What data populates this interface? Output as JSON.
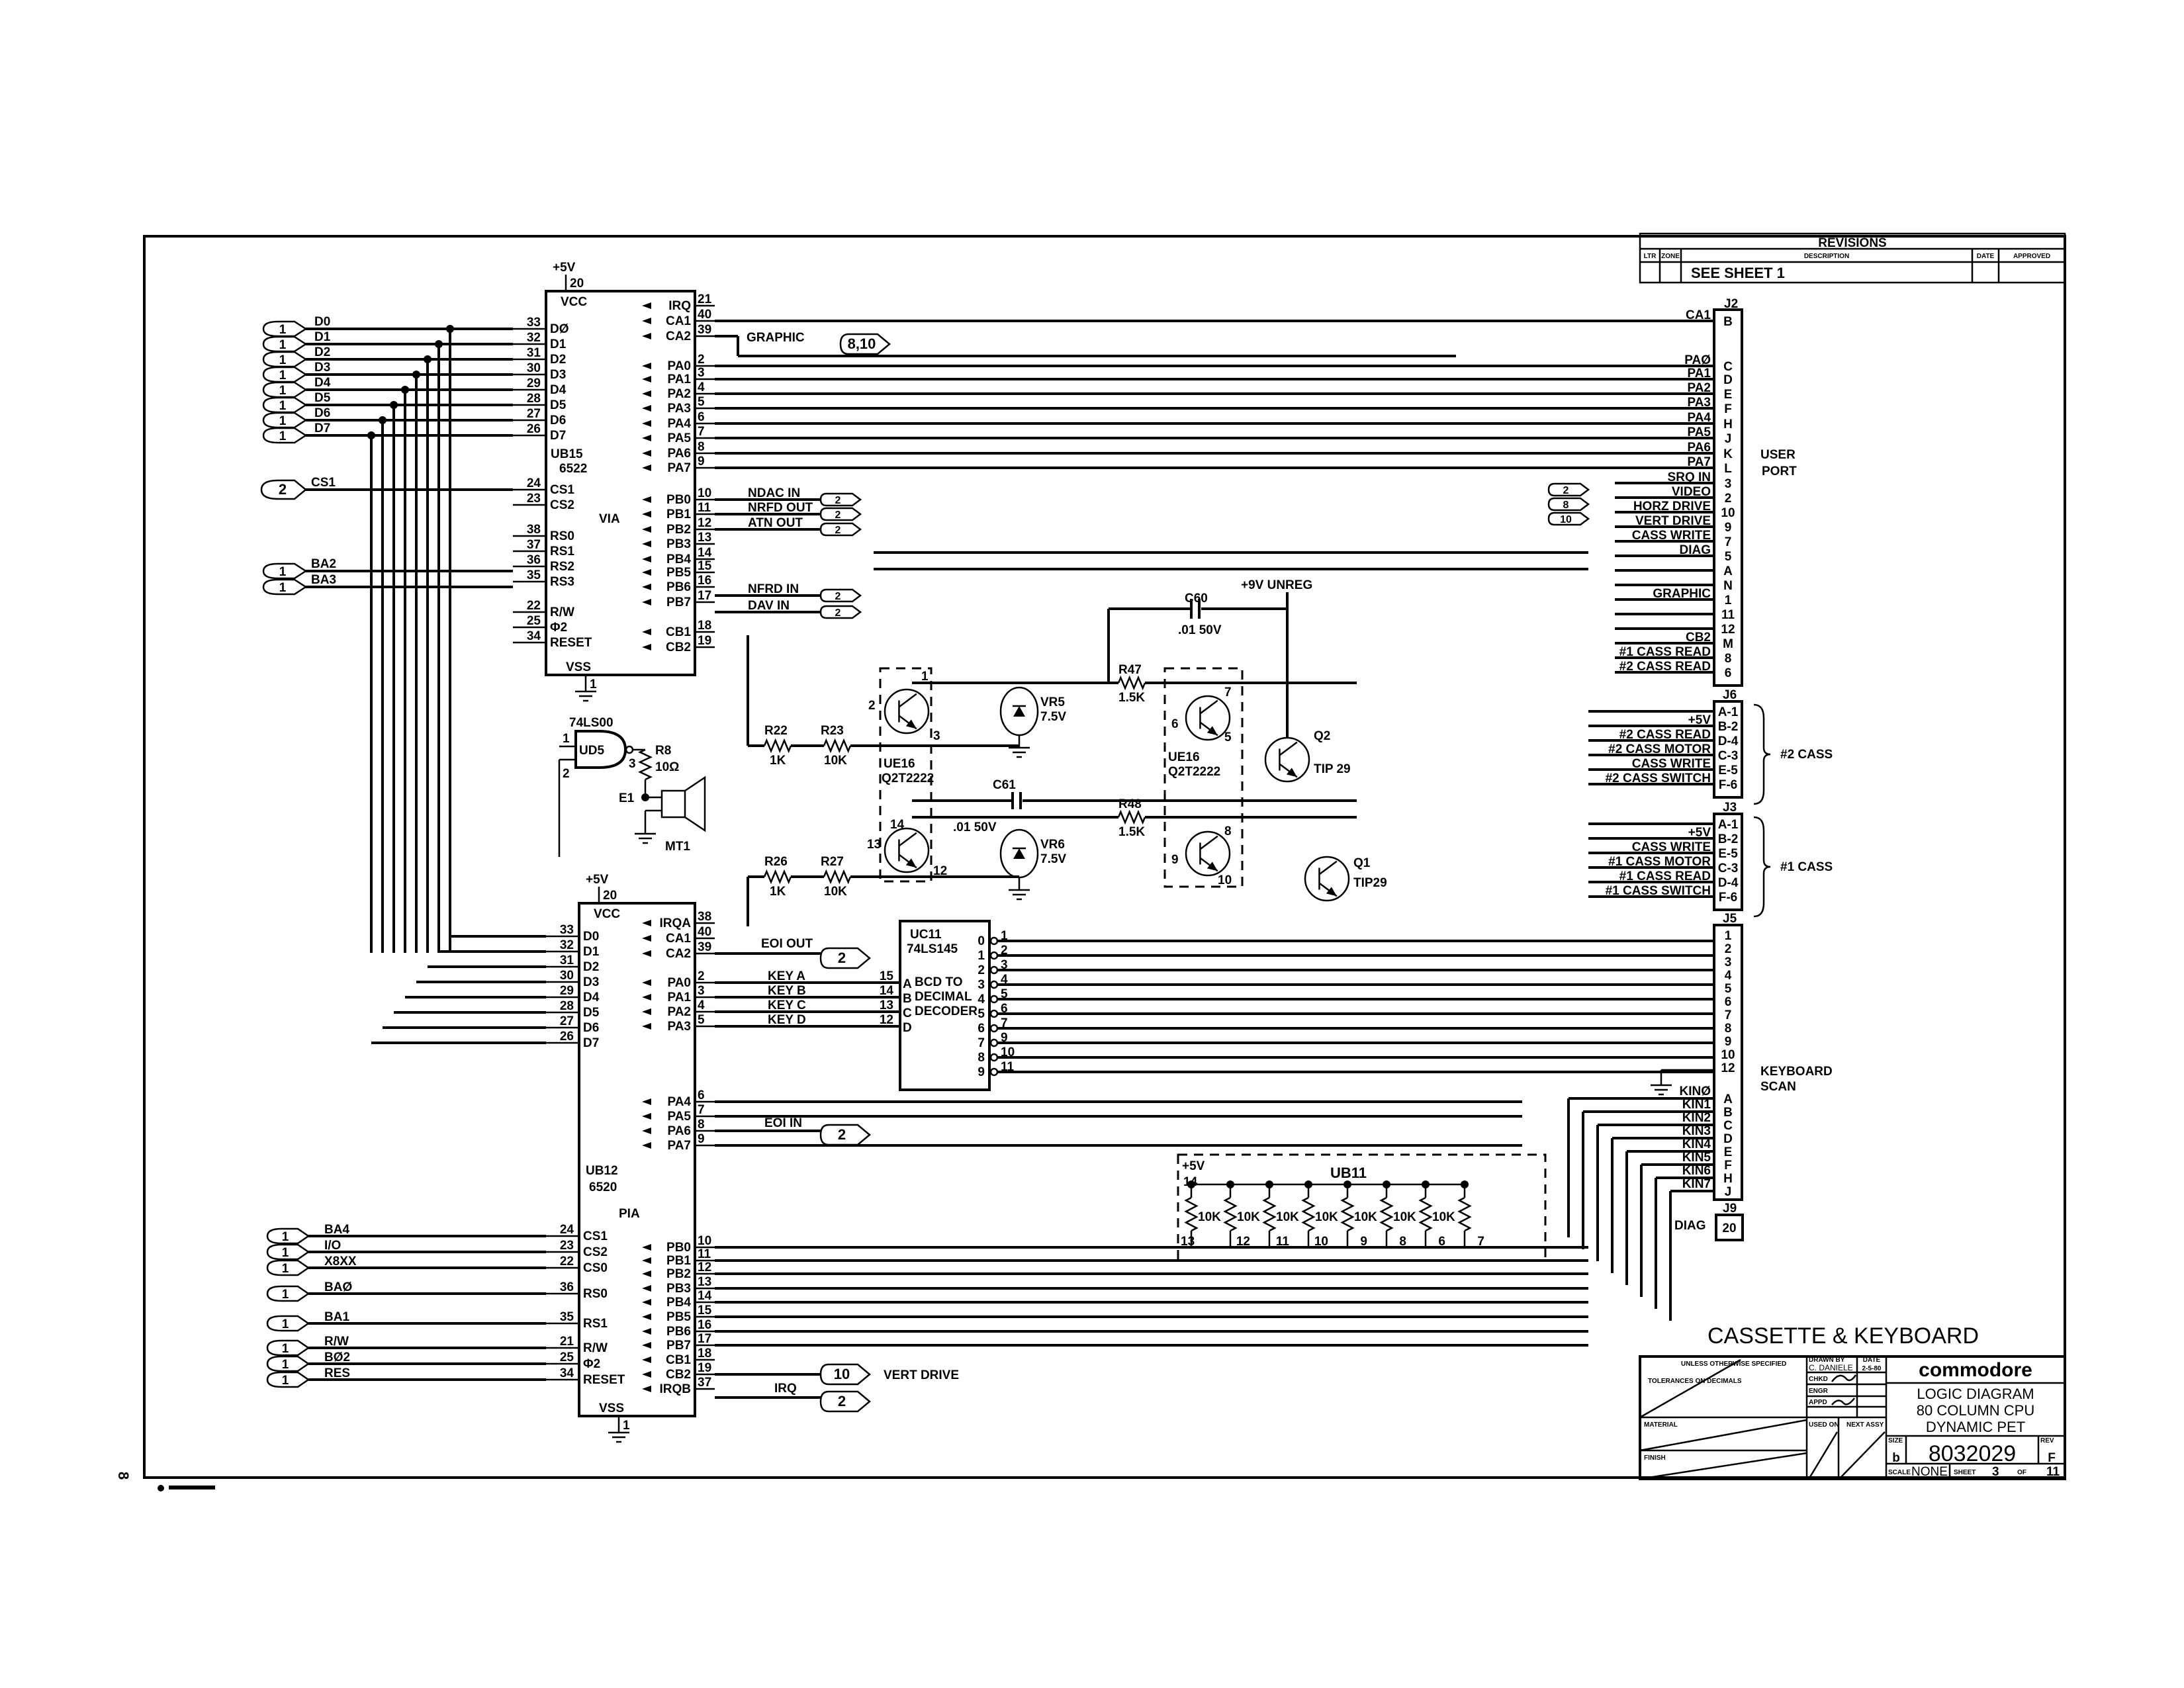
{
  "revisions": {
    "title": "REVISIONS",
    "columns": [
      "LTR",
      "ZONE",
      "DESCRIPTION",
      "DATE",
      "APPROVED"
    ],
    "row": {
      "ltr": "",
      "zone": "",
      "description": "SEE SHEET 1",
      "date": "",
      "approved": ""
    }
  },
  "left_connectors": {
    "data_bus": [
      {
        "sheet": "1",
        "signal": "D0"
      },
      {
        "sheet": "1",
        "signal": "D1"
      },
      {
        "sheet": "1",
        "signal": "D2"
      },
      {
        "sheet": "1",
        "signal": "D3"
      },
      {
        "sheet": "1",
        "signal": "D4"
      },
      {
        "sheet": "1",
        "signal": "D5"
      },
      {
        "sheet": "1",
        "signal": "D6"
      },
      {
        "sheet": "1",
        "signal": "D7"
      }
    ],
    "cs1": {
      "sheet": "2",
      "signal": "CS1"
    },
    "address": [
      {
        "sheet": "1",
        "signal": "BA2"
      },
      {
        "sheet": "1",
        "signal": "BA3"
      }
    ],
    "pia_inputs": [
      {
        "sheet": "1",
        "signal": "BA4"
      },
      {
        "sheet": "1",
        "signal": "I/O"
      },
      {
        "sheet": "1",
        "signal": "X8XX"
      },
      {
        "sheet": "1",
        "signal": "BAØ"
      },
      {
        "sheet": "1",
        "signal": "BA1"
      },
      {
        "sheet": "1",
        "signal": "R/W"
      },
      {
        "sheet": "1",
        "signal": "BØ2"
      },
      {
        "sheet": "1",
        "signal": "RES"
      }
    ]
  },
  "via": {
    "ref": "UB15",
    "part": "6522",
    "type": "VIA",
    "supply": "+5V",
    "vcc_pin": "20",
    "vcc": "VCC",
    "vss": "VSS",
    "vss_pin": "1",
    "left_pins": [
      {
        "num": "33",
        "name": "DØ"
      },
      {
        "num": "32",
        "name": "D1"
      },
      {
        "num": "31",
        "name": "D2"
      },
      {
        "num": "30",
        "name": "D3"
      },
      {
        "num": "29",
        "name": "D4"
      },
      {
        "num": "28",
        "name": "D5"
      },
      {
        "num": "27",
        "name": "D6"
      },
      {
        "num": "26",
        "name": "D7"
      },
      {
        "num": "24",
        "name": "CS1"
      },
      {
        "num": "23",
        "name": "CS2"
      },
      {
        "num": "38",
        "name": "RS0"
      },
      {
        "num": "37",
        "name": "RS1"
      },
      {
        "num": "36",
        "name": "RS2"
      },
      {
        "num": "35",
        "name": "RS3"
      },
      {
        "num": "22",
        "name": "R/W"
      },
      {
        "num": "25",
        "name": "Φ2"
      },
      {
        "num": "34",
        "name": "RESET"
      }
    ],
    "right_pins": [
      {
        "num": "21",
        "name": "IRQ"
      },
      {
        "num": "40",
        "name": "CA1"
      },
      {
        "num": "39",
        "name": "CA2"
      },
      {
        "num": "2",
        "name": "PA0"
      },
      {
        "num": "3",
        "name": "PA1"
      },
      {
        "num": "4",
        "name": "PA2"
      },
      {
        "num": "5",
        "name": "PA3"
      },
      {
        "num": "6",
        "name": "PA4"
      },
      {
        "num": "7",
        "name": "PA5"
      },
      {
        "num": "8",
        "name": "PA6"
      },
      {
        "num": "9",
        "name": "PA7"
      },
      {
        "num": "10",
        "name": "PB0"
      },
      {
        "num": "11",
        "name": "PB1"
      },
      {
        "num": "12",
        "name": "PB2"
      },
      {
        "num": "13",
        "name": "PB3"
      },
      {
        "num": "14",
        "name": "PB4"
      },
      {
        "num": "15",
        "name": "PB5"
      },
      {
        "num": "16",
        "name": "PB6"
      },
      {
        "num": "17",
        "name": "PB7"
      },
      {
        "num": "18",
        "name": "CB1"
      },
      {
        "num": "19",
        "name": "CB2"
      }
    ]
  },
  "via_offsheet": [
    {
      "signal": "GRAPHIC",
      "sheet": "8,10"
    },
    {
      "signal": "NDAC IN",
      "sheet": "2"
    },
    {
      "signal": "NRFD OUT",
      "sheet": "2"
    },
    {
      "signal": "ATN OUT",
      "sheet": "2"
    },
    {
      "signal": "NFRD IN",
      "sheet": "2"
    },
    {
      "signal": "DAV IN",
      "sheet": "2"
    }
  ],
  "beeper": {
    "gate_part": "74LS00",
    "gate_ref": "UD5",
    "pins": [
      "1",
      "2",
      "3"
    ],
    "resistor": "R8",
    "resistor_value": "10Ω",
    "node": "E1",
    "speaker": "MT1"
  },
  "pia": {
    "ref": "UB12",
    "part": "6520",
    "type": "PIA",
    "supply": "+5V",
    "vcc_pin": "20",
    "vcc": "VCC",
    "vss": "VSS",
    "vss_pin": "1",
    "left_pins": [
      {
        "num": "33",
        "name": "D0"
      },
      {
        "num": "32",
        "name": "D1"
      },
      {
        "num": "31",
        "name": "D2"
      },
      {
        "num": "30",
        "name": "D3"
      },
      {
        "num": "29",
        "name": "D4"
      },
      {
        "num": "28",
        "name": "D5"
      },
      {
        "num": "27",
        "name": "D6"
      },
      {
        "num": "26",
        "name": "D7"
      },
      {
        "num": "24",
        "name": "CS1"
      },
      {
        "num": "23",
        "name": "CS2"
      },
      {
        "num": "22",
        "name": "CS0"
      },
      {
        "num": "36",
        "name": "RS0"
      },
      {
        "num": "35",
        "name": "RS1"
      },
      {
        "num": "21",
        "name": "R/W"
      },
      {
        "num": "25",
        "name": "Φ2"
      },
      {
        "num": "34",
        "name": "RESET"
      }
    ],
    "right_pins": [
      {
        "num": "38",
        "name": "IRQA"
      },
      {
        "num": "40",
        "name": "CA1"
      },
      {
        "num": "39",
        "name": "CA2"
      },
      {
        "num": "2",
        "name": "PA0"
      },
      {
        "num": "3",
        "name": "PA1"
      },
      {
        "num": "4",
        "name": "PA2"
      },
      {
        "num": "5",
        "name": "PA3"
      },
      {
        "num": "6",
        "name": "PA4"
      },
      {
        "num": "7",
        "name": "PA5"
      },
      {
        "num": "8",
        "name": "PA6"
      },
      {
        "num": "9",
        "name": "PA7"
      },
      {
        "num": "10",
        "name": "PB0"
      },
      {
        "num": "11",
        "name": "PB1"
      },
      {
        "num": "12",
        "name": "PB2"
      },
      {
        "num": "13",
        "name": "PB3"
      },
      {
        "num": "14",
        "name": "PB4"
      },
      {
        "num": "15",
        "name": "PB5"
      },
      {
        "num": "16",
        "name": "PB6"
      },
      {
        "num": "17",
        "name": "PB7"
      },
      {
        "num": "18",
        "name": "CB1"
      },
      {
        "num": "19",
        "name": "CB2"
      },
      {
        "num": "37",
        "name": "IRQB"
      }
    ]
  },
  "pia_offsheet": [
    {
      "signal": "EOI OUT",
      "sheet": "2"
    },
    {
      "signal": "EOI IN",
      "sheet": "2"
    },
    {
      "signal": "VERT DRIVE",
      "sheet": "10"
    },
    {
      "signal": "IRQ",
      "sheet": "2"
    }
  ],
  "key_lines": [
    "KEY A",
    "KEY B",
    "KEY C",
    "KEY D"
  ],
  "decoder": {
    "ref": "UC11",
    "part": "74LS145",
    "desc": [
      "BCD TO",
      "DECIMAL",
      "DECODER"
    ],
    "inputs": [
      {
        "pin": "15",
        "name": "A"
      },
      {
        "pin": "14",
        "name": "B"
      },
      {
        "pin": "13",
        "name": "C"
      },
      {
        "pin": "12",
        "name": "D"
      }
    ],
    "outputs": [
      {
        "num": "0",
        "pin": "1"
      },
      {
        "num": "1",
        "pin": "2"
      },
      {
        "num": "2",
        "pin": "3"
      },
      {
        "num": "3",
        "pin": "4"
      },
      {
        "num": "4",
        "pin": "5"
      },
      {
        "num": "5",
        "pin": "6"
      },
      {
        "num": "6",
        "pin": "7"
      },
      {
        "num": "7",
        "pin": "9"
      },
      {
        "num": "8",
        "pin": "10"
      },
      {
        "num": "9",
        "pin": "11"
      }
    ]
  },
  "motor_drive": {
    "supply": "+9V UNREG",
    "c60": {
      "ref": "C60",
      "value": ".01 50V"
    },
    "c61": {
      "ref": "C61",
      "value": ".01 50V"
    },
    "r22": {
      "ref": "R22",
      "value": "1K"
    },
    "r23": {
      "ref": "R23",
      "value": "10K"
    },
    "r26": {
      "ref": "R26",
      "value": "1K"
    },
    "r27": {
      "ref": "R27",
      "value": "10K"
    },
    "r47": {
      "ref": "R47",
      "value": "1.5K"
    },
    "r48": {
      "ref": "R48",
      "value": "1.5K"
    },
    "vr5": {
      "ref": "VR5",
      "value": "7.5V"
    },
    "vr6": {
      "ref": "VR6",
      "value": "7.5V"
    },
    "array_left": {
      "ref": "UE16",
      "part": "Q2T2222",
      "pins": [
        "1",
        "2",
        "3",
        "14",
        "13",
        "12"
      ]
    },
    "array_right": {
      "ref": "UE16",
      "part": "Q2T2222",
      "pins": [
        "7",
        "6",
        "5",
        "8",
        "9",
        "10"
      ]
    },
    "q2": {
      "ref": "Q2",
      "part": "TIP 29"
    },
    "q1": {
      "ref": "Q1",
      "part": "TIP29"
    }
  },
  "resistor_pack": {
    "ref": "UB11",
    "supply": "+5V",
    "common_pin": "14",
    "value": "10K",
    "pins": [
      "13",
      "12",
      "11",
      "10",
      "9",
      "8",
      "6",
      "7"
    ]
  },
  "j2": {
    "ref": "J2",
    "title": [
      "USER",
      "PORT"
    ],
    "pins": [
      {
        "pin": "B",
        "signal": "CA1"
      },
      {
        "pin": "C",
        "signal": "PAØ"
      },
      {
        "pin": "D",
        "signal": "PA1"
      },
      {
        "pin": "E",
        "signal": "PA2"
      },
      {
        "pin": "F",
        "signal": "PA3"
      },
      {
        "pin": "H",
        "signal": "PA4"
      },
      {
        "pin": "J",
        "signal": "PA5"
      },
      {
        "pin": "K",
        "signal": "PA6"
      },
      {
        "pin": "L",
        "signal": "PA7"
      },
      {
        "pin": "3",
        "signal": "SRQ IN"
      },
      {
        "pin": "2",
        "signal": "VIDEO"
      },
      {
        "pin": "10",
        "signal": "HORZ DRIVE"
      },
      {
        "pin": "9",
        "signal": "VERT DRIVE"
      },
      {
        "pin": "7",
        "signal": "CASS WRITE"
      },
      {
        "pin": "5",
        "signal": "DIAG"
      },
      {
        "pin": "A",
        "signal": ""
      },
      {
        "pin": "N",
        "signal": ""
      },
      {
        "pin": "1",
        "signal": "GRAPHIC"
      },
      {
        "pin": "11",
        "signal": ""
      },
      {
        "pin": "12",
        "signal": ""
      },
      {
        "pin": "M",
        "signal": "CB2"
      },
      {
        "pin": "8",
        "signal": "#1 CASS READ"
      },
      {
        "pin": "6",
        "signal": "#2 CASS READ"
      }
    ],
    "offsheet": [
      {
        "signal": "SRQ IN",
        "sheet": "2"
      },
      {
        "signal": "VIDEO",
        "sheet": "8"
      },
      {
        "signal": "HORZ DRIVE",
        "sheet": "10"
      }
    ]
  },
  "j6": {
    "ref": "J6",
    "title": "#2 CASS",
    "pins": [
      {
        "pin": "A-1",
        "signal": ""
      },
      {
        "pin": "B-2",
        "signal": "+5V"
      },
      {
        "pin": "D-4",
        "signal": "#2 CASS READ"
      },
      {
        "pin": "C-3",
        "signal": "#2 CASS MOTOR"
      },
      {
        "pin": "E-5",
        "signal": "CASS WRITE"
      },
      {
        "pin": "F-6",
        "signal": "#2 CASS SWITCH"
      }
    ]
  },
  "j3": {
    "ref": "J3",
    "title": "#1 CASS",
    "pins": [
      {
        "pin": "A-1",
        "signal": ""
      },
      {
        "pin": "B-2",
        "signal": "+5V"
      },
      {
        "pin": "E-5",
        "signal": "CASS WRITE"
      },
      {
        "pin": "C-3",
        "signal": "#1 CASS MOTOR"
      },
      {
        "pin": "D-4",
        "signal": "#1 CASS READ"
      },
      {
        "pin": "F-6",
        "signal": "#1 CASS SWITCH"
      }
    ]
  },
  "j5": {
    "ref": "J5",
    "title": [
      "KEYBOARD",
      "SCAN"
    ],
    "pins_numeric": [
      "1",
      "2",
      "3",
      "4",
      "5",
      "6",
      "7",
      "8",
      "9",
      "10",
      "12"
    ],
    "pins_alpha": [
      {
        "pin": "A",
        "signal": "KINØ"
      },
      {
        "pin": "B",
        "signal": "KIN1"
      },
      {
        "pin": "C",
        "signal": "KIN2"
      },
      {
        "pin": "D",
        "signal": "KIN3"
      },
      {
        "pin": "E",
        "signal": "KIN4"
      },
      {
        "pin": "F",
        "signal": "KIN5"
      },
      {
        "pin": "H",
        "signal": "KIN6"
      },
      {
        "pin": "J",
        "signal": "KIN7"
      }
    ]
  },
  "j9": {
    "ref": "J9",
    "signal": "DIAG",
    "pin": "20"
  },
  "sheet_title": "CASSETTE & KEYBOARD",
  "title_block": {
    "brand": "commodore",
    "drawn_by_label": "DRAWN BY",
    "drawn_by": "C. DANIELE",
    "date_label": "DATE",
    "date": "2-5-80",
    "chkd_label": "CHKD",
    "engr_label": "ENGR",
    "appd_label": "APPD",
    "tolerance_header": "UNLESS OTHERWISE SPECIFIED",
    "tolerance_label": "TOLERANCES ON DECIMALS",
    "material_label": "MATERIAL",
    "finish_label": "FINISH",
    "used_on_label": "USED ON",
    "next_assy_label": "NEXT ASSY",
    "title_lines": [
      "LOGIC DIAGRAM",
      "80 COLUMN CPU",
      "DYNAMIC PET"
    ],
    "size_label": "SIZE",
    "size": "b",
    "drawing_number": "8032029",
    "rev_label": "REV",
    "rev": "F",
    "scale_label": "SCALE",
    "scale": "NONE",
    "sheet_label": "SHEET",
    "sheet": "3",
    "of_label": "OF",
    "sheet_total": "11"
  },
  "page_number": "8"
}
